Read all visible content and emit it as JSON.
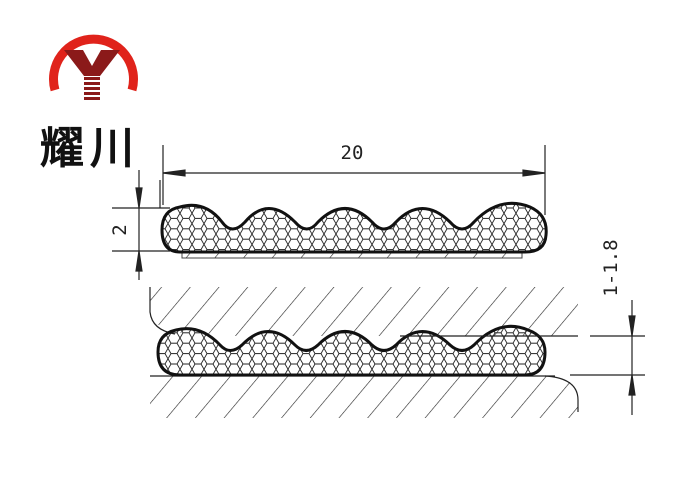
{
  "logo": {
    "brand_text": "耀川",
    "letter": "Y",
    "colors": {
      "ring": "#e0231b",
      "y": "#8b1a1a"
    }
  },
  "dimensions": {
    "width": "20",
    "thickness": "2",
    "gap": "1-1.8"
  }
}
